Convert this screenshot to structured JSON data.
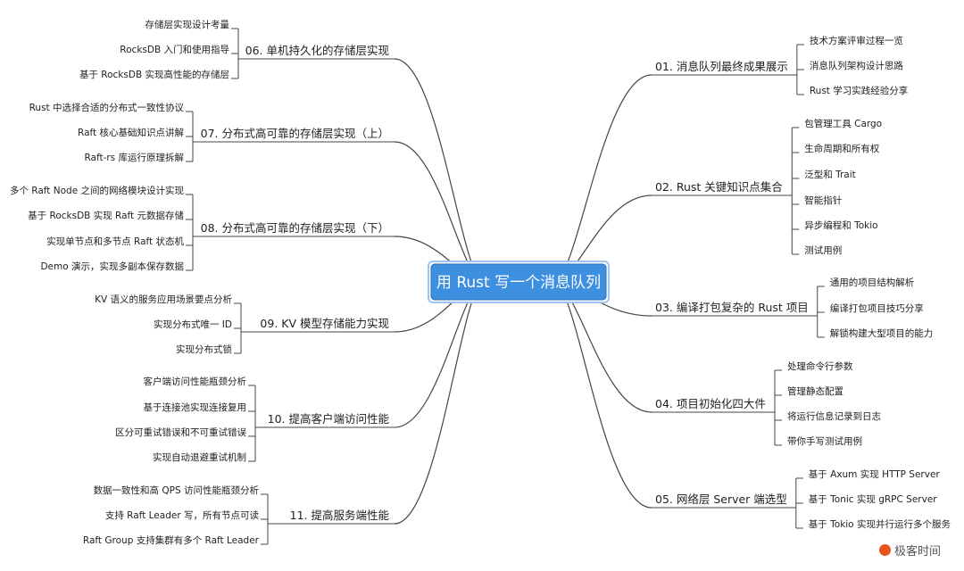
{
  "center": {
    "title": "用 Rust 写一个消息队列"
  },
  "right_branches": [
    {
      "label": "01. 消息队列最终成果展示",
      "children": [
        "技术方案评审过程一览",
        "消息队列架构设计思路",
        "Rust 学习实践经验分享"
      ]
    },
    {
      "label": "02. Rust 关键知识点集合",
      "children": [
        "包管理工具 Cargo",
        "生命周期和所有权",
        "泛型和 Trait",
        "智能指针",
        "异步编程和 Tokio",
        "测试用例"
      ]
    },
    {
      "label": "03. 编译打包复杂的 Rust 项目",
      "children": [
        "通用的项目结构解析",
        "编译打包项目技巧分享",
        "解锁构建大型项目的能力"
      ]
    },
    {
      "label": "04. 项目初始化四大件",
      "children": [
        "处理命令行参数",
        "管理静态配置",
        "将运行信息记录到日志",
        "带你手写测试用例"
      ]
    },
    {
      "label": "05. 网络层 Server 端选型",
      "children": [
        "基于 Axum 实现 HTTP Server",
        "基于 Tonic 实现 gRPC Server",
        "基于 Tokio 实现并行运行多个服务"
      ]
    }
  ],
  "left_branches": [
    {
      "label": "06. 单机持久化的存储层实现",
      "children": [
        "存储层实现设计考量",
        "RocksDB 入门和使用指导",
        "基于 RocksDB 实现高性能的存储层"
      ]
    },
    {
      "label": "07. 分布式高可靠的存储层实现（上）",
      "children": [
        "Rust 中选择合适的分布式一致性协议",
        "Raft 核心基础知识点讲解",
        "Raft-rs 库运行原理拆解"
      ]
    },
    {
      "label": "08. 分布式高可靠的存储层实现（下）",
      "children": [
        "多个 Raft Node 之间的网络模块设计实现",
        "基于 RocksDB 实现 Raft 元数据存储",
        "实现单节点和多节点 Raft 状态机",
        "Demo 演示，实现多副本保存数据"
      ]
    },
    {
      "label": "09. KV 模型存储能力实现",
      "children": [
        "KV 语义的服务应用场景要点分析",
        "实现分布式唯一 ID",
        "实现分布式锁"
      ]
    },
    {
      "label": "10. 提高客户端访问性能",
      "children": [
        "客户端访问性能瓶颈分析",
        "基于连接池实现连接复用",
        "区分可重试错误和不可重试错误",
        "实现自动退避重试机制"
      ]
    },
    {
      "label": "11. 提高服务端性能",
      "children": [
        "数据一致性和高 QPS 访问性能瓶颈分析",
        "支持 Raft Leader 写，所有节点可读",
        "Raft Group 支持集群有多个 Raft Leader"
      ]
    }
  ],
  "watermark": "极客时间",
  "colors": {
    "center_fill": "#3d8fe0",
    "center_border": "#2a6fb8",
    "line": "#444444",
    "text": "#222222"
  }
}
